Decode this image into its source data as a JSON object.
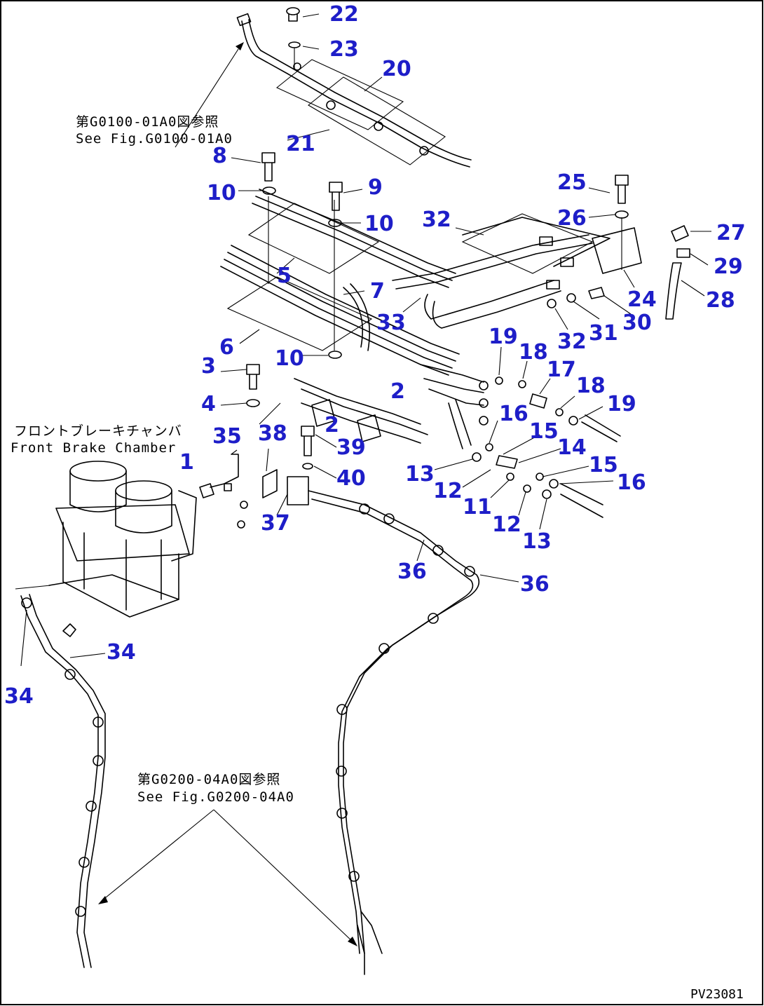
{
  "callouts": {
    "n1": "1",
    "n2a": "2",
    "n2b": "2",
    "n3": "3",
    "n4": "4",
    "n5": "5",
    "n6": "6",
    "n7": "7",
    "n8": "8",
    "n9": "9",
    "n10a": "10",
    "n10b": "10",
    "n10c": "10",
    "n11": "11",
    "n12a": "12",
    "n12b": "12",
    "n13a": "13",
    "n13b": "13",
    "n14": "14",
    "n15a": "15",
    "n15b": "15",
    "n16a": "16",
    "n16b": "16",
    "n17": "17",
    "n18a": "18",
    "n18b": "18",
    "n19a": "19",
    "n19b": "19",
    "n20": "20",
    "n21": "21",
    "n22": "22",
    "n23": "23",
    "n24": "24",
    "n25": "25",
    "n26": "26",
    "n27": "27",
    "n28": "28",
    "n29": "29",
    "n30": "30",
    "n31": "31",
    "n32a": "32",
    "n32b": "32",
    "n33": "33",
    "n34a": "34",
    "n34b": "34",
    "n35": "35",
    "n36a": "36",
    "n36b": "36",
    "n37": "37",
    "n38": "38",
    "n39": "39",
    "n40": "40"
  },
  "references": {
    "top_jp": "第G0100-01A0図参照",
    "top_en": "See Fig.G0100-01A0",
    "chamber_jp": "フロントブレーキチャンバ",
    "chamber_en": "Front Brake Chamber",
    "bottom_jp": "第G0200-04A0図参照",
    "bottom_en": "See Fig.G0200-04A0"
  },
  "drawing_code": "PV23081",
  "colors": {
    "callout": "#1e1ec8",
    "line": "#000000",
    "background": "#ffffff"
  }
}
